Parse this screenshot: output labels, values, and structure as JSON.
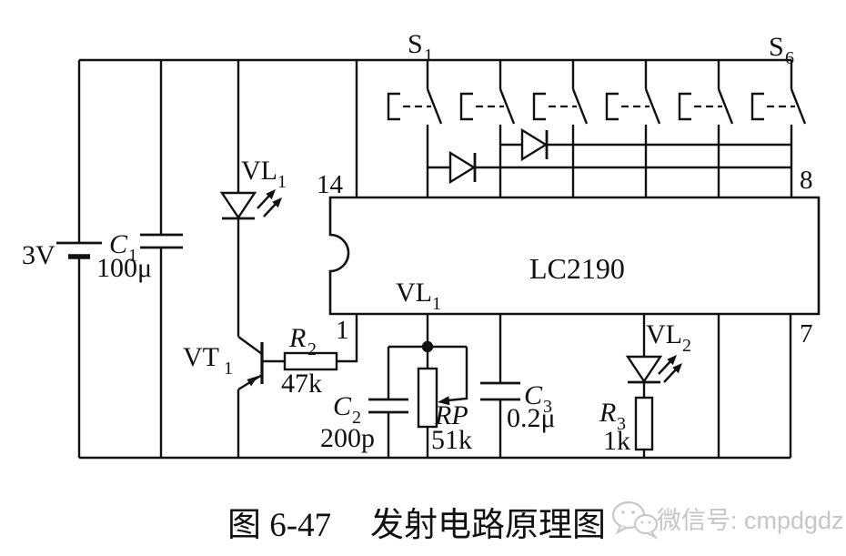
{
  "schematic": {
    "battery": {
      "label": "3V"
    },
    "c1": {
      "ref": "C",
      "sub": "1",
      "value": "100μ"
    },
    "vl1": {
      "ref": "VL",
      "sub": "1"
    },
    "vt1": {
      "ref": "VT",
      "sub": "1"
    },
    "r2": {
      "ref": "R",
      "sub": "2",
      "value": "47k"
    },
    "c2": {
      "ref": "C",
      "sub": "2",
      "value": "200p"
    },
    "rp": {
      "ref": "RP",
      "value": "51k"
    },
    "c3": {
      "ref": "C",
      "sub": "3",
      "value": "0.2μ"
    },
    "vl2": {
      "ref": "VL",
      "sub": "2"
    },
    "r3": {
      "ref": "R",
      "sub": "3",
      "value": "1k"
    },
    "s1": {
      "ref": "S",
      "sub": "1"
    },
    "s6": {
      "ref": "S",
      "sub": "6"
    },
    "ic": {
      "part": "LC2190",
      "pin_top_left": "14",
      "pin_bottom_left": "1",
      "pin_top_right": "8",
      "pin_bottom_right": "7",
      "net": {
        "ref": "VL",
        "sub": "1"
      }
    }
  },
  "caption": {
    "prefix": "图 6-47",
    "title": "发射电路原理图"
  },
  "watermark": {
    "text": "微信号: cmpdgdz"
  }
}
